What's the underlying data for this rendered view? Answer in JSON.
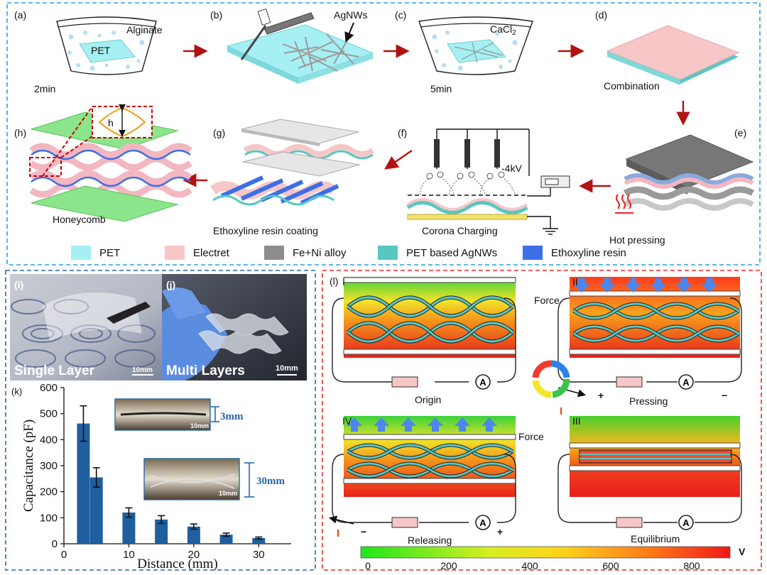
{
  "panels": {
    "a": {
      "tag": "(a)",
      "liquid": "Alginate",
      "sheet": "PET",
      "time": "2min"
    },
    "b": {
      "tag": "(b)",
      "material": "AgNWs"
    },
    "c": {
      "tag": "(c)",
      "liquid": "CaCl",
      "liquid_sub": "2",
      "time": "5min"
    },
    "d": {
      "tag": "(d)",
      "caption": "Combination"
    },
    "e": {
      "tag": "(e)",
      "caption": "Hot pressing"
    },
    "f": {
      "tag": "(f)",
      "voltage": "-4kV",
      "caption": "Corona Charging"
    },
    "g": {
      "tag": "(g)",
      "caption": "Ethoxyline resin coating"
    },
    "h": {
      "tag": "(h)",
      "caption": "Honeycomb",
      "dim": "h"
    }
  },
  "legend": [
    {
      "label": "PET",
      "color": "#a6f0f3"
    },
    {
      "label": "Electret",
      "color": "#f7c6c6"
    },
    {
      "label": "Fe+Ni alloy",
      "color": "#8c8c8c"
    },
    {
      "label": "PET based AgNWs",
      "color": "#58c7c2"
    },
    {
      "label": "Ethoxyline resin",
      "color": "#3c6ee8"
    }
  ],
  "photos": {
    "i": {
      "tag": "(i)",
      "caption": "Single Layer",
      "scale": "10mm"
    },
    "j": {
      "tag": "(j)",
      "caption": "Multi Layers",
      "scale": "10mm"
    }
  },
  "chart": {
    "tag": "(k)",
    "inset1": {
      "thickness": "3mm",
      "scale": "10mm"
    },
    "inset2": {
      "thickness": "30mm",
      "scale": "10mm"
    }
  },
  "chart_data": {
    "type": "bar",
    "x": [
      3,
      5,
      10,
      15,
      20,
      25,
      30
    ],
    "values": [
      462,
      255,
      120,
      93,
      66,
      35,
      22
    ],
    "errors": [
      68,
      37,
      18,
      15,
      10,
      6,
      4
    ],
    "xlabel": "Distance (mm)",
    "ylabel": "Capacitance (pF)",
    "xlim": [
      0,
      35
    ],
    "ylim": [
      0,
      600
    ],
    "xticks": [
      0,
      10,
      20,
      30
    ],
    "yticks": [
      0,
      100,
      200,
      300,
      400,
      500,
      600
    ],
    "bar_color": "#1f5fa0"
  },
  "stages": {
    "tag": "(l)",
    "force": "Force",
    "meter": "A",
    "items": [
      {
        "num": "I",
        "caption": "Origin"
      },
      {
        "num": "II",
        "caption": "Pressing",
        "left_sign": "+",
        "right_sign": "−",
        "current": "I"
      },
      {
        "num": "IV",
        "caption": "Releasing",
        "left_sign": "−",
        "right_sign": "+",
        "current": "I"
      },
      {
        "num": "III",
        "caption": "Equilibrium"
      }
    ],
    "colorbar": {
      "ticks": [
        "0",
        "200",
        "400",
        "600",
        "800"
      ],
      "unit": "V"
    }
  }
}
